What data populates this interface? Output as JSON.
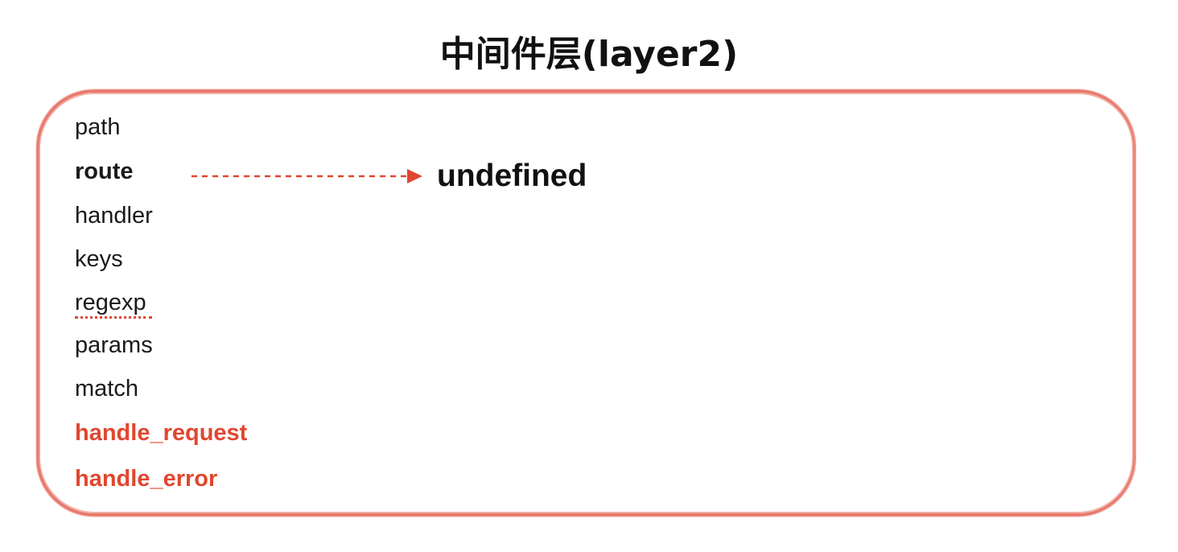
{
  "title": "中间件层(layer2)",
  "properties": [
    {
      "label": "path",
      "style": "normal"
    },
    {
      "label": "route",
      "style": "bold"
    },
    {
      "label": "handler",
      "style": "normal"
    },
    {
      "label": "keys",
      "style": "normal"
    },
    {
      "label": "regexp",
      "style": "normal"
    },
    {
      "label": "params",
      "style": "normal"
    },
    {
      "label": "match",
      "style": "normal"
    },
    {
      "label": "handle_request",
      "style": "accent"
    },
    {
      "label": "handle_error",
      "style": "accent"
    }
  ],
  "route_target": "undefined",
  "colors": {
    "frame": "#e9776b",
    "accent": "#e0472f",
    "text": "#1a1a1a"
  }
}
